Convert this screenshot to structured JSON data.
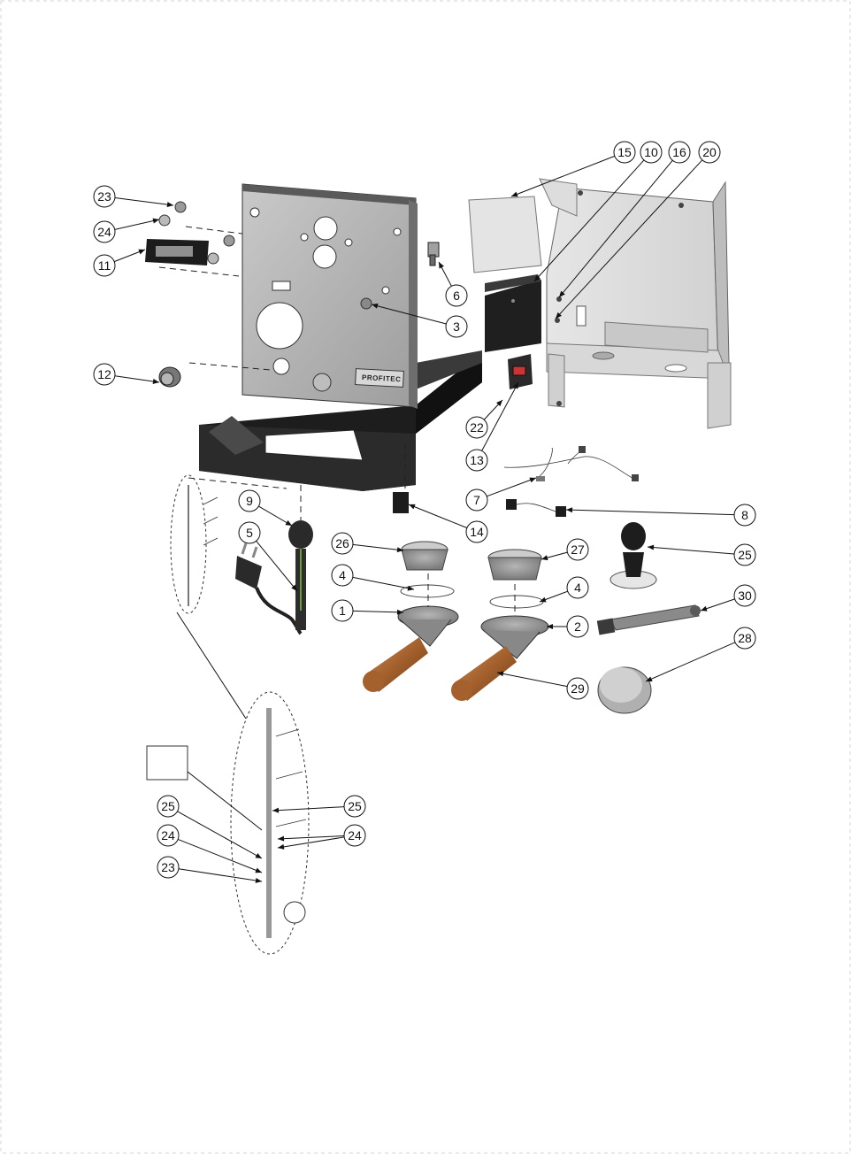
{
  "diagram": {
    "brand_plate": "PROFITEC",
    "callouts": [
      {
        "id": "c15",
        "label": "15"
      },
      {
        "id": "c10",
        "label": "10"
      },
      {
        "id": "c16",
        "label": "16"
      },
      {
        "id": "c20",
        "label": "20"
      },
      {
        "id": "c23a",
        "label": "23"
      },
      {
        "id": "c24a",
        "label": "24"
      },
      {
        "id": "c11",
        "label": "11"
      },
      {
        "id": "c6",
        "label": "6"
      },
      {
        "id": "c3",
        "label": "3"
      },
      {
        "id": "c12",
        "label": "12"
      },
      {
        "id": "c22",
        "label": "22"
      },
      {
        "id": "c13",
        "label": "13"
      },
      {
        "id": "c7",
        "label": "7"
      },
      {
        "id": "c8",
        "label": "8"
      },
      {
        "id": "c9",
        "label": "9"
      },
      {
        "id": "c14",
        "label": "14"
      },
      {
        "id": "c5",
        "label": "5"
      },
      {
        "id": "c26",
        "label": "26"
      },
      {
        "id": "c27",
        "label": "27"
      },
      {
        "id": "c25a",
        "label": "25"
      },
      {
        "id": "c4a",
        "label": "4"
      },
      {
        "id": "c4b",
        "label": "4"
      },
      {
        "id": "c1",
        "label": "1"
      },
      {
        "id": "c2",
        "label": "2"
      },
      {
        "id": "c30",
        "label": "30"
      },
      {
        "id": "c28",
        "label": "28"
      },
      {
        "id": "c29",
        "label": "29"
      },
      {
        "id": "c25b",
        "label": "25"
      },
      {
        "id": "c25c",
        "label": "25"
      },
      {
        "id": "c24b",
        "label": "24"
      },
      {
        "id": "c24c",
        "label": "24"
      },
      {
        "id": "c23b",
        "label": "23"
      }
    ]
  }
}
